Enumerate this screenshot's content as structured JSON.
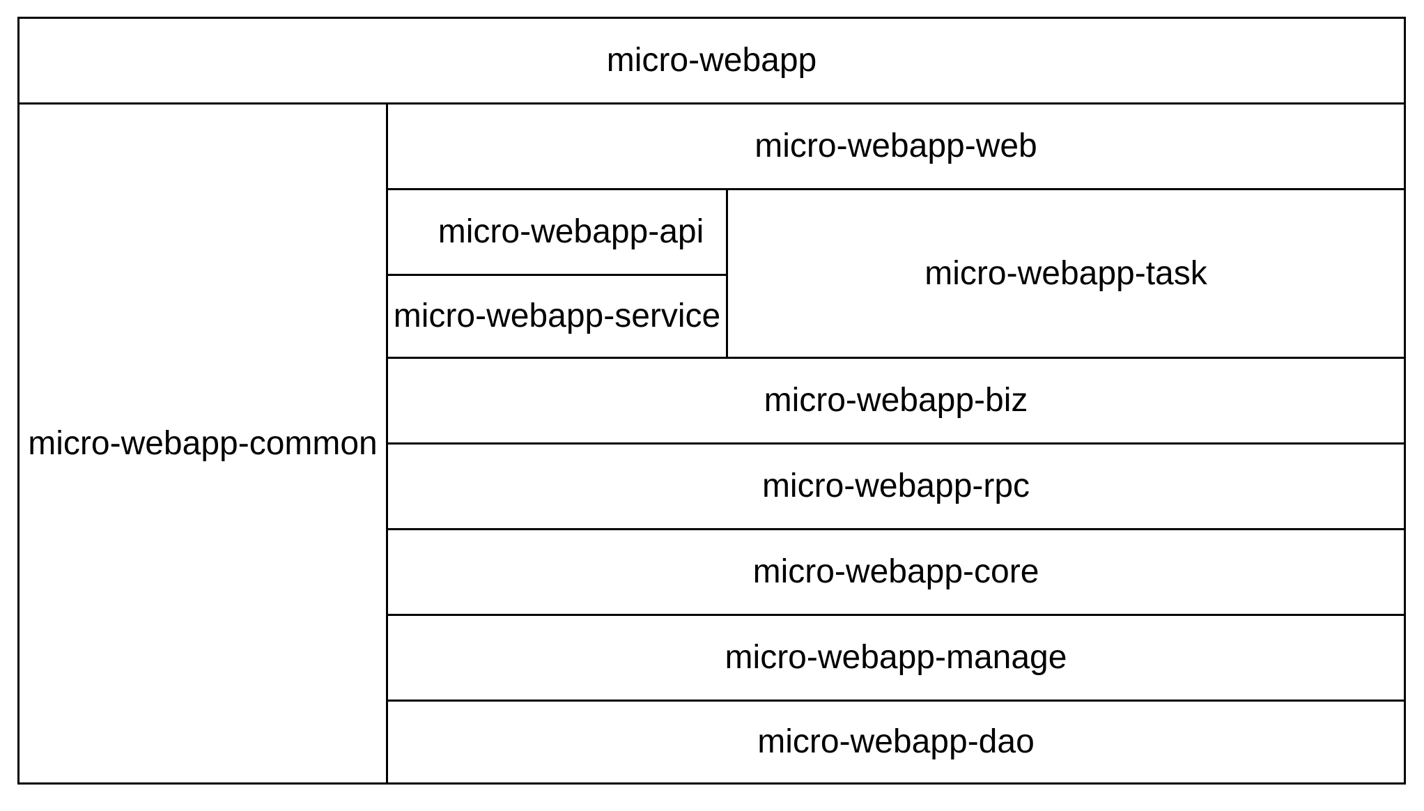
{
  "modules": {
    "root": "micro-webapp",
    "common": "micro-webapp-common",
    "web": "micro-webapp-web",
    "api": "micro-webapp-api",
    "service": "micro-webapp-service",
    "task": "micro-webapp-task",
    "biz": "micro-webapp-biz",
    "rpc": "micro-webapp-rpc",
    "core": "micro-webapp-core",
    "manage": "micro-webapp-manage",
    "dao": "micro-webapp-dao"
  },
  "colors": {
    "stroke": "#000000",
    "fill": "#ffffff",
    "text": "#000000"
  }
}
